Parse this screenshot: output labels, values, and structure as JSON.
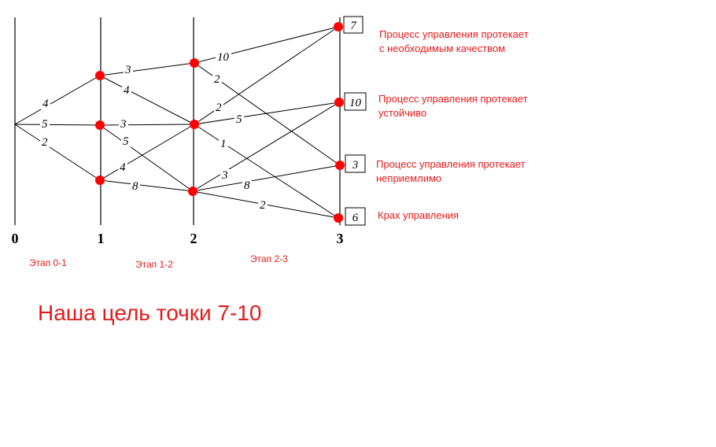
{
  "stages": [
    "0",
    "1",
    "2",
    "3"
  ],
  "stage_captions": [
    "Этап 0-1",
    "Этап 1-2",
    "Этап 2-3"
  ],
  "edges": [
    {
      "from": "s0",
      "to": "a1",
      "weight": "4"
    },
    {
      "from": "s0",
      "to": "b1",
      "weight": "5"
    },
    {
      "from": "s0",
      "to": "c1",
      "weight": "2"
    },
    {
      "from": "a1",
      "to": "a2",
      "weight": "3"
    },
    {
      "from": "a1",
      "to": "b2",
      "weight": "4"
    },
    {
      "from": "b1",
      "to": "b2",
      "weight": "3"
    },
    {
      "from": "b1",
      "to": "c2",
      "weight": "5"
    },
    {
      "from": "c1",
      "to": "b2",
      "weight": "4"
    },
    {
      "from": "c1",
      "to": "c2",
      "weight": "8"
    },
    {
      "from": "a2",
      "to": "r7",
      "weight": "10"
    },
    {
      "from": "a2",
      "to": "r3",
      "weight": "2"
    },
    {
      "from": "b2",
      "to": "r7",
      "weight": "2"
    },
    {
      "from": "b2",
      "to": "r10",
      "weight": "5"
    },
    {
      "from": "b2",
      "to": "r6",
      "weight": "1"
    },
    {
      "from": "c2",
      "to": "r10",
      "weight": "3"
    },
    {
      "from": "c2",
      "to": "r3",
      "weight": "8"
    },
    {
      "from": "c2",
      "to": "r6",
      "weight": "2"
    }
  ],
  "results": [
    {
      "id": "r7",
      "value": "7",
      "description": [
        "Процесс управления протекает",
        "с необходимым качеством"
      ]
    },
    {
      "id": "r10",
      "value": "10",
      "description": [
        "Процесс управления протекает",
        "устойчиво"
      ]
    },
    {
      "id": "r3",
      "value": "3",
      "description": [
        "Процесс управления протекает",
        "неприемлимо"
      ]
    },
    {
      "id": "r6",
      "value": "6",
      "description": [
        "Крах управления"
      ]
    }
  ],
  "goal_text": "Наша цель точки 7-10",
  "colors": {
    "node": "#ff0000",
    "text": "#e41a1c",
    "line": "#000000"
  }
}
